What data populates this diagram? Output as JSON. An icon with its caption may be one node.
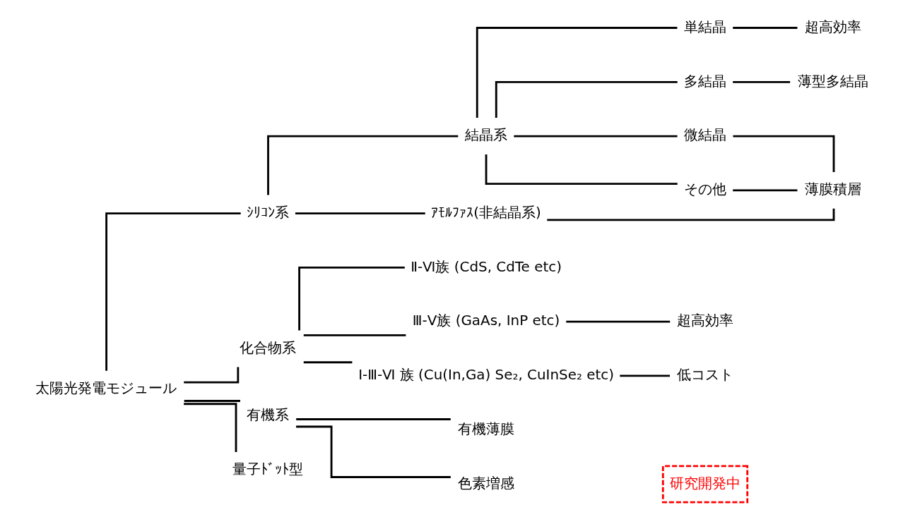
{
  "diagram": {
    "nodes": [
      {
        "text": [
          "太陽光発電モジュール"
        ]
      },
      {
        "text": [
          "ｼﾘｺﾝ系"
        ]
      },
      {
        "text": [
          "化合物系"
        ]
      },
      {
        "text": [
          "有機系"
        ]
      },
      {
        "text": [
          "量子ﾄﾞｯﾄ型"
        ]
      },
      {
        "text": [
          "結晶系"
        ]
      },
      {
        "text": [
          "ｱﾓﾙﾌｧｽ(非結晶系)"
        ]
      },
      {
        "text": [
          "単結晶"
        ]
      },
      {
        "text": [
          "多結晶"
        ]
      },
      {
        "text": [
          "微結晶"
        ]
      },
      {
        "text": [
          "その他"
        ]
      },
      {
        "text": [
          "超高効率"
        ]
      },
      {
        "text": [
          "薄型多結晶"
        ]
      },
      {
        "text": [
          "薄膜積層"
        ]
      },
      {
        "text": [
          "Ⅱ-Ⅵ族 (CdS, CdTe etc)"
        ]
      },
      {
        "text": [
          "Ⅲ-Ⅴ族 (GaAs, InP etc)"
        ]
      },
      {
        "text": [
          "Ⅰ-Ⅲ-Ⅵ 族 (Cu(In,Ga) Se₂, CuInSe₂ etc)"
        ]
      },
      {
        "text": [
          "超高効率"
        ]
      },
      {
        "text": [
          "低コスト"
        ]
      },
      {
        "text": [
          "有機薄膜"
        ]
      },
      {
        "text": [
          "色素増感"
        ]
      }
    ],
    "edges": [
      {
        "from": 0,
        "to": 1,
        "arrow": "none"
      },
      {
        "from": 0,
        "to": 2,
        "arrow": "none"
      },
      {
        "from": 0,
        "to": 3,
        "arrow": "none"
      },
      {
        "from": 0,
        "to": 4,
        "arrow": "none"
      },
      {
        "from": 1,
        "to": 5,
        "arrow": "none"
      },
      {
        "from": 1,
        "to": 6,
        "arrow": "none"
      },
      {
        "from": 5,
        "to": 7,
        "arrow": "none"
      },
      {
        "from": 5,
        "to": 8,
        "arrow": "none"
      },
      {
        "from": 5,
        "to": 9,
        "arrow": "none"
      },
      {
        "from": 5,
        "to": 10,
        "arrow": "none"
      },
      {
        "from": 7,
        "to": 11,
        "arrow": "none"
      },
      {
        "from": 8,
        "to": 12,
        "arrow": "none"
      },
      {
        "from": 9,
        "to": 13,
        "arrow": "none"
      },
      {
        "from": 10,
        "to": 13,
        "arrow": "none"
      },
      {
        "from": 6,
        "to": 13,
        "arrow": "none"
      },
      {
        "from": 2,
        "to": 14,
        "arrow": "none"
      },
      {
        "from": 2,
        "to": 15,
        "arrow": "none"
      },
      {
        "from": 2,
        "to": 16,
        "arrow": "none"
      },
      {
        "from": 15,
        "to": 17,
        "arrow": "none"
      },
      {
        "from": 16,
        "to": 18,
        "arrow": "none"
      },
      {
        "from": 3,
        "to": 19,
        "arrow": "none"
      },
      {
        "from": 3,
        "to": 20,
        "arrow": "none"
      }
    ],
    "legend": [
      {
        "text": "研究開発中"
      }
    ]
  }
}
